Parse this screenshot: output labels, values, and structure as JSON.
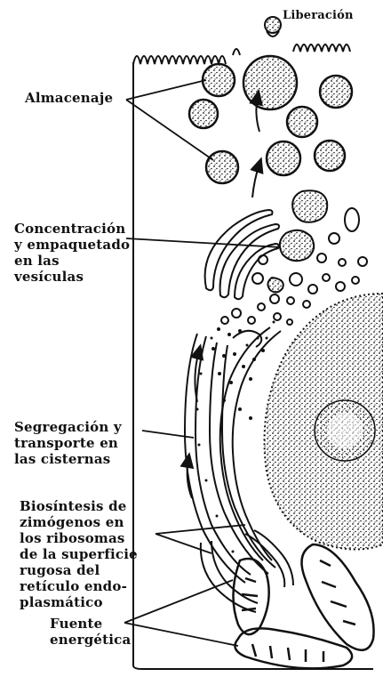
{
  "labels": {
    "liberacion": "Liberación",
    "almacenaje": "Almacenaje",
    "concentracion": [
      "Concentración",
      "y empaquetado",
      "en las",
      "vesículas"
    ],
    "segregacion": [
      "Segregación y",
      "transporte en",
      "las cisternas"
    ],
    "biosintesis": [
      "Biosíntesis de",
      "zimógenos en",
      "los ribosomas",
      "de la superficie",
      "rugosa del",
      "retículo endo-",
      "plasmático"
    ],
    "fuente": [
      "Fuente",
      "energética"
    ]
  },
  "colors": {
    "ink": "#111111",
    "paper": "#ffffff"
  }
}
